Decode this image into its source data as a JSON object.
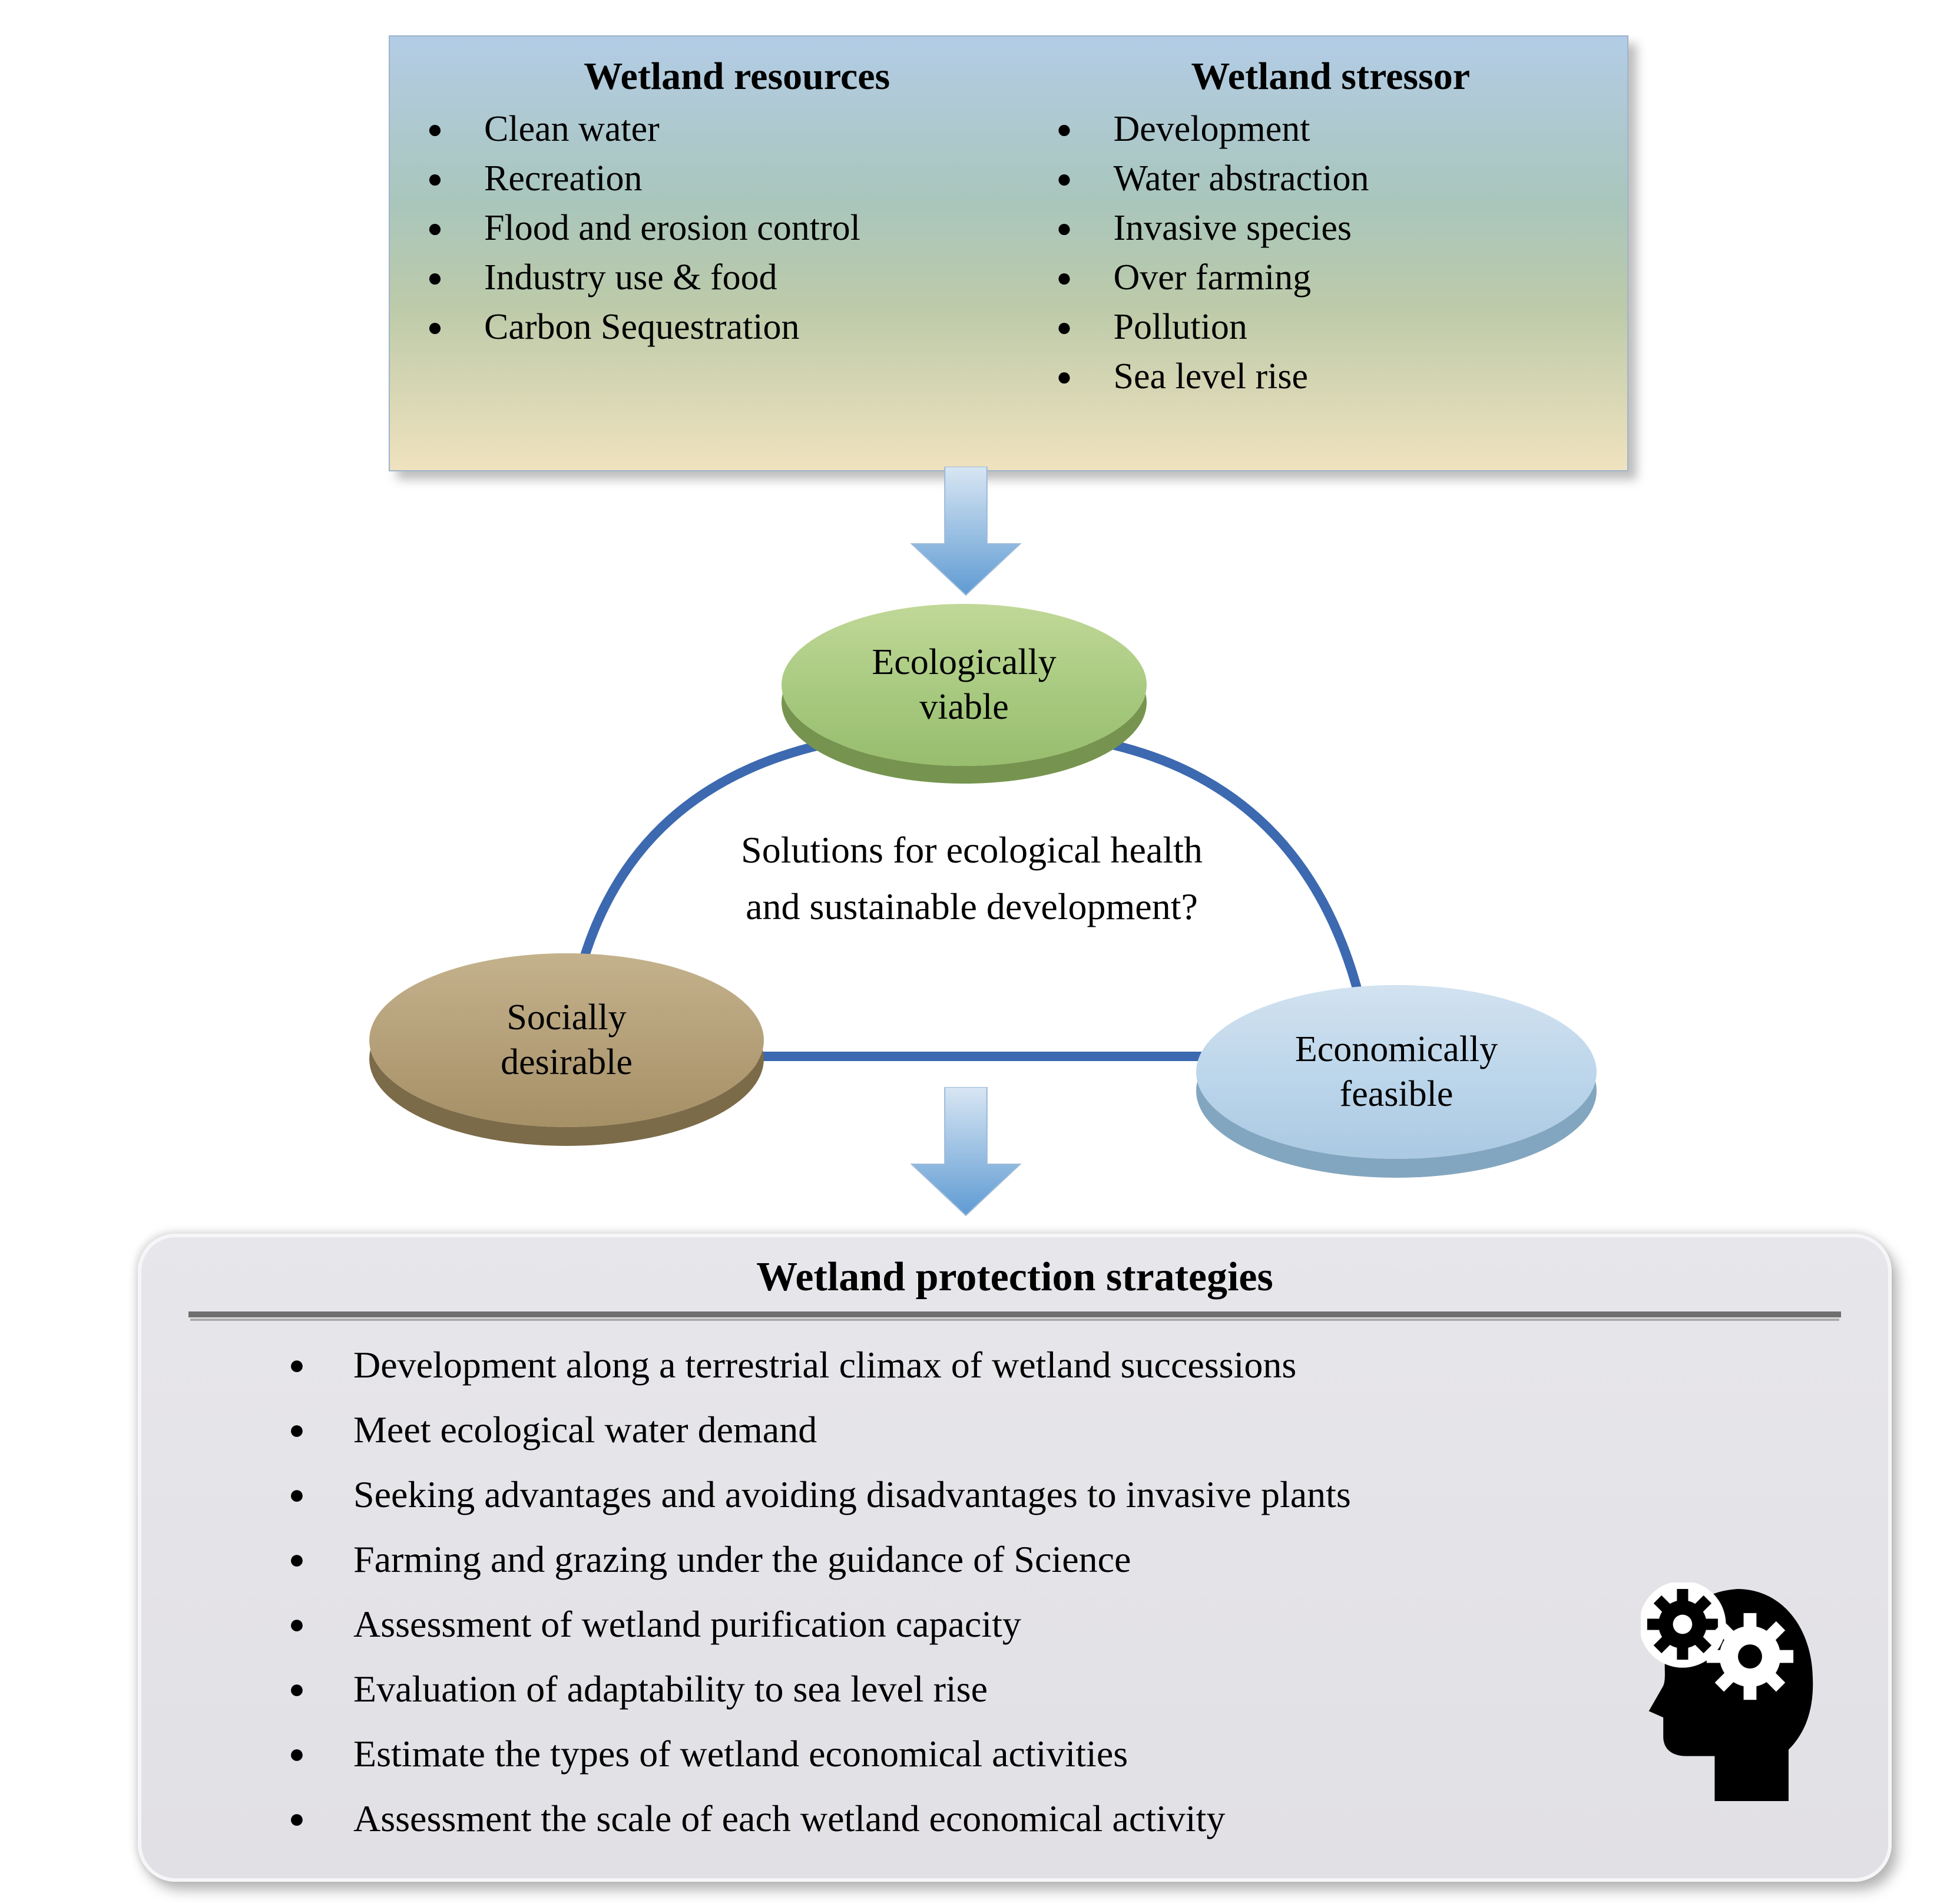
{
  "top_box": {
    "resources": {
      "title": "Wetland resources",
      "items": [
        "Clean water",
        "Recreation",
        "Flood and erosion control",
        "Industry use & food",
        "Carbon Sequestration"
      ]
    },
    "stressors": {
      "title": "Wetland stressor",
      "items": [
        "Development",
        "Water abstraction",
        "Invasive species",
        "Over farming",
        "Pollution",
        "Sea level rise"
      ]
    }
  },
  "venn": {
    "center_question": "Solutions for ecological health and sustainable development?",
    "nodes": [
      {
        "label": "Ecologically viable",
        "color": "#a5c87d"
      },
      {
        "label": "Socially desirable",
        "color": "#b29d76"
      },
      {
        "label": "Economically feasible",
        "color": "#b9d4ea"
      }
    ]
  },
  "bottom_box": {
    "title": "Wetland protection strategies",
    "items": [
      "Development along a terrestrial climax of wetland successions",
      "Meet ecological water demand",
      "Seeking advantages and avoiding disadvantages to invasive plants",
      "Farming and grazing under the guidance of Science",
      "Assessment of wetland purification capacity",
      "Evaluation of adaptability to sea level rise",
      "Estimate the types of wetland economical activities",
      "Assessment the scale of each wetland economical activity"
    ]
  },
  "icons": {
    "down_arrow": "down-arrow-icon",
    "head_gears": "head-with-gears-icon"
  },
  "palette": {
    "connector_blue": "#3c69b0",
    "arrow_blue_light": "#d8e6f3",
    "arrow_blue_dark": "#5f9bd3",
    "ellipse_green_side": "#76944f",
    "ellipse_brown_side": "#7c6b48",
    "ellipse_blue_side": "#82a6bf",
    "top_box_gradient_top": "#b3cce6",
    "top_box_gradient_bottom": "#f0e2be",
    "bottom_box_bg": "#e3e2e6",
    "rule_gray": "#6f6f6f"
  }
}
